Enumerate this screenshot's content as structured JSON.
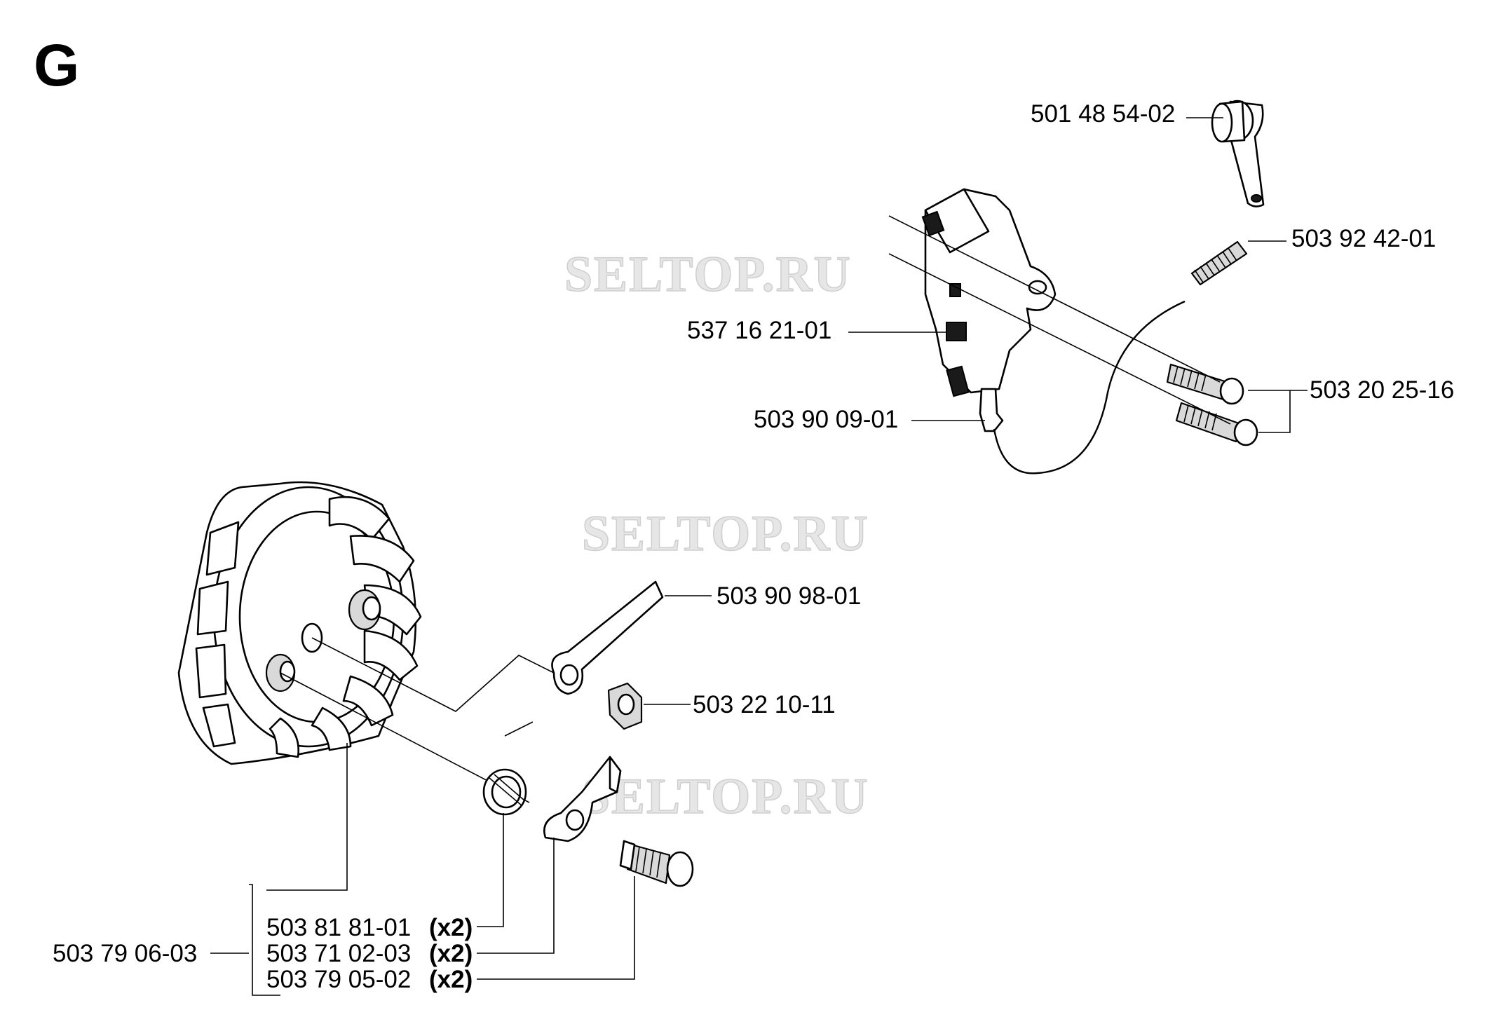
{
  "section_letter": "G",
  "watermark": "SELTOP.RU",
  "labels": {
    "cap": "501 48 54-02",
    "spring": "503 92 42-01",
    "ignition_module": "537 16 21-01",
    "screws": "503 20 25-16",
    "terminal": "503 90 09-01",
    "pawl_spring": "503 90 98-01",
    "nut": "503 22 10-11",
    "flywheel": "503 79 06-03",
    "coil_spring": "503 81 81-01",
    "pawl": "503 71 02-03",
    "pin": "503 79 05-02",
    "qty": "(x2)"
  }
}
